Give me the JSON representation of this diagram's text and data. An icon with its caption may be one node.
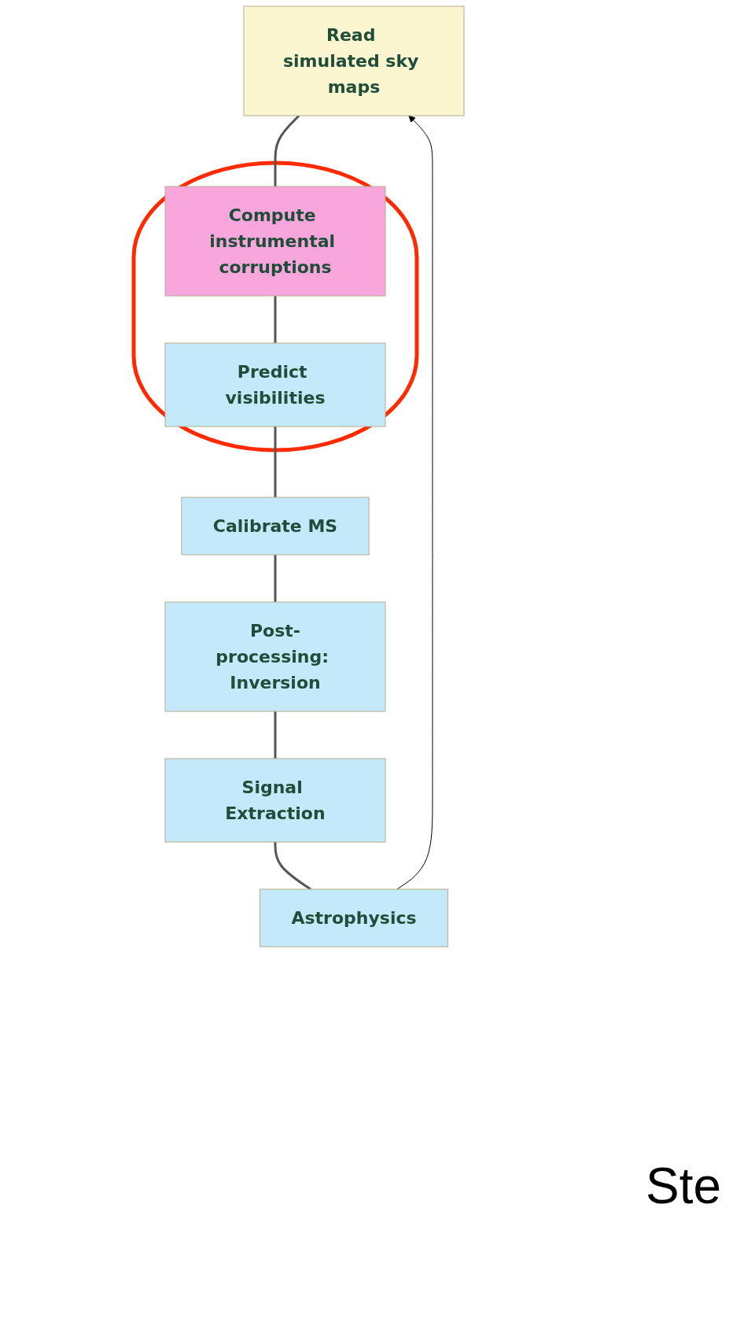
{
  "diagram": {
    "nodes": [
      {
        "text": [
          "Read simulated sky maps"
        ]
      },
      {
        "text": [],
        "shape": "ellipse"
      },
      {
        "text": [
          "Compute instrumental corruptions"
        ],
        "in": 1
      },
      {
        "text": [
          "Predict visibilities"
        ],
        "in": 1
      },
      {
        "text": [
          "Calibrate MS"
        ]
      },
      {
        "text": [
          "Post-processing: Inversion"
        ]
      },
      {
        "text": [
          "Signal Extraction"
        ]
      },
      {
        "text": [
          "Astrophysics"
        ]
      }
    ],
    "edges": [
      {
        "from": 0,
        "to": 2,
        "arrow": "none"
      },
      {
        "from": 2,
        "to": 3,
        "arrow": "none"
      },
      {
        "from": 3,
        "to": 4,
        "arrow": "none"
      },
      {
        "from": 4,
        "to": 5,
        "arrow": "none"
      },
      {
        "from": 5,
        "to": 6,
        "arrow": "none"
      },
      {
        "from": 6,
        "to": 7,
        "arrow": "none"
      },
      {
        "from": 7,
        "to": 0,
        "arrow": "to",
        "color": "#000000"
      }
    ],
    "labels": [
      "Ste"
    ]
  }
}
